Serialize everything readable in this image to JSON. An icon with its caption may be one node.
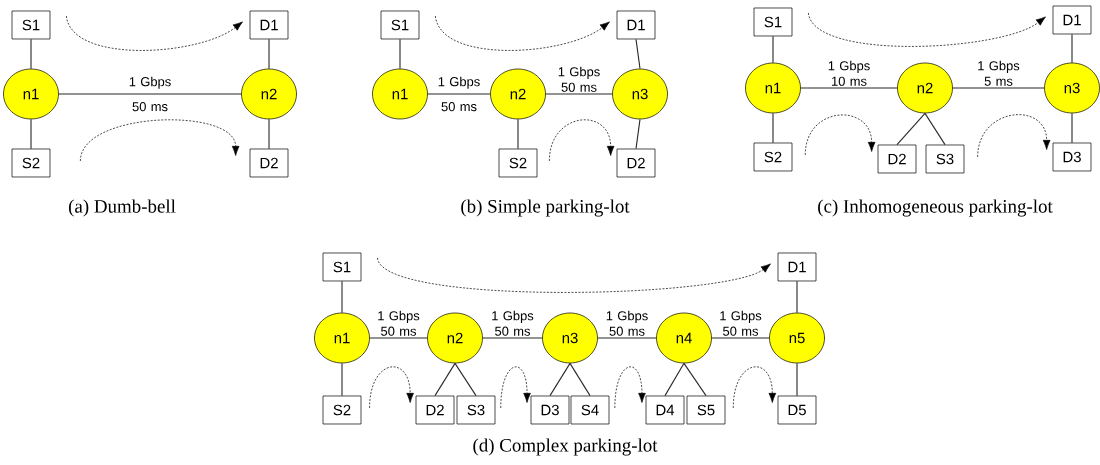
{
  "diagram": {
    "nodes": [
      {
        "text": [
          "S1"
        ]
      },
      {
        "text": [
          "D1"
        ]
      },
      {
        "text": [
          "n1"
        ]
      },
      {
        "text": [
          "n2"
        ]
      },
      {
        "text": [
          "S2"
        ]
      },
      {
        "text": [
          "D2"
        ]
      },
      {
        "text": [
          "S1"
        ]
      },
      {
        "text": [
          "D1"
        ]
      },
      {
        "text": [
          "n1"
        ]
      },
      {
        "text": [
          "n2"
        ]
      },
      {
        "text": [
          "n3"
        ]
      },
      {
        "text": [
          "S2"
        ]
      },
      {
        "text": [
          "D2"
        ]
      },
      {
        "text": [
          "S1"
        ]
      },
      {
        "text": [
          "D1"
        ]
      },
      {
        "text": [
          "n1"
        ]
      },
      {
        "text": [
          "n2"
        ]
      },
      {
        "text": [
          "n3"
        ]
      },
      {
        "text": [
          "S2"
        ]
      },
      {
        "text": [
          "D2"
        ]
      },
      {
        "text": [
          "S3"
        ]
      },
      {
        "text": [
          "D3"
        ]
      },
      {
        "text": [
          "S1"
        ]
      },
      {
        "text": [
          "D1"
        ]
      },
      {
        "text": [
          "n1"
        ]
      },
      {
        "text": [
          "n2"
        ]
      },
      {
        "text": [
          "n3"
        ]
      },
      {
        "text": [
          "n4"
        ]
      },
      {
        "text": [
          "n5"
        ]
      },
      {
        "text": [
          "S2"
        ]
      },
      {
        "text": [
          "D2"
        ]
      },
      {
        "text": [
          "S3"
        ]
      },
      {
        "text": [
          "D3"
        ]
      },
      {
        "text": [
          "S4"
        ]
      },
      {
        "text": [
          "D4"
        ]
      },
      {
        "text": [
          "S5"
        ]
      },
      {
        "text": [
          "D5"
        ]
      }
    ],
    "edges": [
      {
        "from": 0,
        "to": 2,
        "arrow": "none"
      },
      {
        "from": 1,
        "to": 3,
        "arrow": "none"
      },
      {
        "from": 2,
        "to": 3,
        "arrow": "none",
        "label": "1 Gbps 50 ms"
      },
      {
        "from": 2,
        "to": 4,
        "arrow": "none"
      },
      {
        "from": 3,
        "to": 5,
        "arrow": "none"
      },
      {
        "from": 0,
        "to": 1,
        "arrow": "to",
        "style": "dashed"
      },
      {
        "from": 4,
        "to": 5,
        "arrow": "to",
        "style": "dashed"
      },
      {
        "from": 6,
        "to": 8,
        "arrow": "none"
      },
      {
        "from": 7,
        "to": 10,
        "arrow": "none"
      },
      {
        "from": 8,
        "to": 9,
        "arrow": "none",
        "label": "1 Gbps 50 ms"
      },
      {
        "from": 9,
        "to": 10,
        "arrow": "none",
        "label": "1 Gbps 50 ms"
      },
      {
        "from": 9,
        "to": 11,
        "arrow": "none"
      },
      {
        "from": 10,
        "to": 12,
        "arrow": "none"
      },
      {
        "from": 6,
        "to": 7,
        "arrow": "to",
        "style": "dashed"
      },
      {
        "from": 11,
        "to": 12,
        "arrow": "to",
        "style": "dashed"
      },
      {
        "from": 13,
        "to": 15,
        "arrow": "none"
      },
      {
        "from": 14,
        "to": 17,
        "arrow": "none"
      },
      {
        "from": 15,
        "to": 16,
        "arrow": "none",
        "label": "1 Gbps 10 ms"
      },
      {
        "from": 16,
        "to": 17,
        "arrow": "none",
        "label": "1 Gbps 5 ms"
      },
      {
        "from": 15,
        "to": 18,
        "arrow": "none"
      },
      {
        "from": 16,
        "to": 19,
        "arrow": "none"
      },
      {
        "from": 16,
        "to": 20,
        "arrow": "none"
      },
      {
        "from": 17,
        "to": 21,
        "arrow": "none"
      },
      {
        "from": 13,
        "to": 14,
        "arrow": "to",
        "style": "dashed"
      },
      {
        "from": 18,
        "to": 19,
        "arrow": "to",
        "style": "dashed"
      },
      {
        "from": 20,
        "to": 21,
        "arrow": "to",
        "style": "dashed"
      },
      {
        "from": 22,
        "to": 24,
        "arrow": "none"
      },
      {
        "from": 23,
        "to": 28,
        "arrow": "none"
      },
      {
        "from": 24,
        "to": 25,
        "arrow": "none",
        "label": "1 Gbps 50 ms"
      },
      {
        "from": 25,
        "to": 26,
        "arrow": "none",
        "label": "1 Gbps 50 ms"
      },
      {
        "from": 26,
        "to": 27,
        "arrow": "none",
        "label": "1 Gbps 50 ms"
      },
      {
        "from": 27,
        "to": 28,
        "arrow": "none",
        "label": "1 Gbps 50 ms"
      },
      {
        "from": 24,
        "to": 29,
        "arrow": "none"
      },
      {
        "from": 25,
        "to": 30,
        "arrow": "none"
      },
      {
        "from": 25,
        "to": 31,
        "arrow": "none"
      },
      {
        "from": 26,
        "to": 32,
        "arrow": "none"
      },
      {
        "from": 26,
        "to": 33,
        "arrow": "none"
      },
      {
        "from": 27,
        "to": 34,
        "arrow": "none"
      },
      {
        "from": 27,
        "to": 35,
        "arrow": "none"
      },
      {
        "from": 28,
        "to": 36,
        "arrow": "none"
      },
      {
        "from": 22,
        "to": 23,
        "arrow": "to",
        "style": "dashed"
      },
      {
        "from": 29,
        "to": 30,
        "arrow": "to",
        "style": "dashed"
      },
      {
        "from": 31,
        "to": 32,
        "arrow": "to",
        "style": "dashed"
      },
      {
        "from": 33,
        "to": 34,
        "arrow": "to",
        "style": "dashed"
      },
      {
        "from": 35,
        "to": 36,
        "arrow": "to",
        "style": "dashed"
      }
    ],
    "labels": [
      "(a) Dumb-bell",
      "(b) Simple parking-lot",
      "(c) Inhomogeneous parking-lot",
      "(d) Complex parking-lot"
    ]
  }
}
